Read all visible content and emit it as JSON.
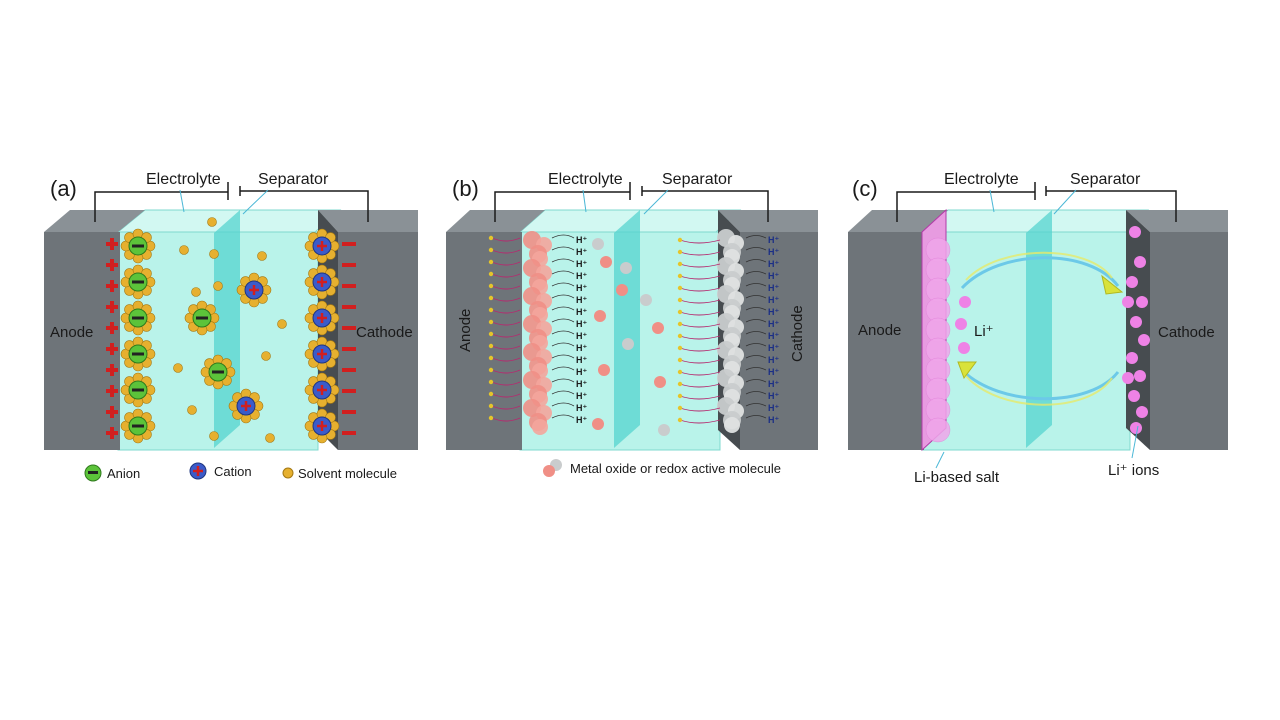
{
  "panels": [
    {
      "id": "a",
      "label": "(a)",
      "electrolyte": "Electrolyte",
      "separator": "Separator",
      "anode": "Anode",
      "cathode": "Cathode",
      "legend": {
        "anion": "Anion",
        "cation": "Cation",
        "solvent": "Solvent molecule"
      }
    },
    {
      "id": "b",
      "label": "(b)",
      "electrolyte": "Electrolyte",
      "separator": "Separator",
      "anode": "Anode",
      "cathode": "Cathode",
      "proton": "H⁺",
      "legend": {
        "redox": "Metal oxide or redox active molecule"
      }
    },
    {
      "id": "c",
      "label": "(c)",
      "electrolyte": "Electrolyte",
      "separator": "Separator",
      "anode": "Anode",
      "cathode": "Cathode",
      "li": "Li⁺",
      "salt": "Li-based salt",
      "ions": "Li⁺ ions"
    }
  ],
  "colors": {
    "electrode_front": "#6e7479",
    "electrode_top": "#8a9196",
    "electrolyte": "#b9f3ea",
    "separator": "#56d4cf",
    "anion": "#5cc33a",
    "cation": "#3b5bc9",
    "solvent": "#e6b02f",
    "redox_red": "#f08f86",
    "redox_grey": "#c9cccd",
    "li_ion": "#ee82e6",
    "plus_red": "#d11f1f"
  }
}
